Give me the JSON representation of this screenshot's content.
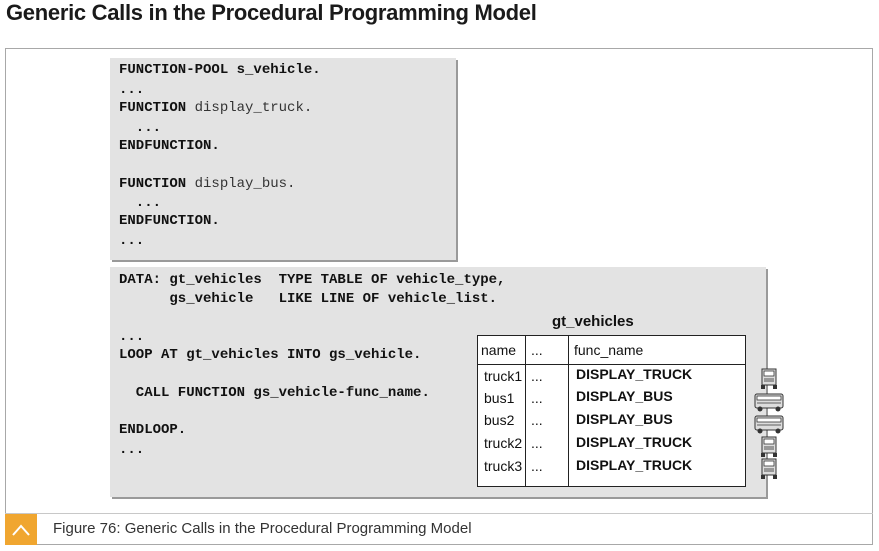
{
  "title": "Generic Calls in the Procedural Programming Model",
  "code_block1": {
    "l1": "FUNCTION-POOL s_vehicle.",
    "l2": "...",
    "l3_kw": "FUNCTION ",
    "l3_name": "display_truck.",
    "l4": "  ...",
    "l5": "ENDFUNCTION.",
    "l6_kw": "FUNCTION ",
    "l6_name": "display_bus.",
    "l7": "  ...",
    "l8": "ENDFUNCTION.",
    "l9": "..."
  },
  "code_block2": {
    "l1": "DATA: gt_vehicles  TYPE TABLE OF vehicle_type,",
    "l2": "      gs_vehicle   LIKE LINE OF vehicle_list.",
    "l3": "...",
    "l4": "LOOP AT gt_vehicles INTO gs_vehicle.",
    "l5": "  CALL FUNCTION gs_vehicle-func_name.",
    "l6": "ENDLOOP.",
    "l7": "..."
  },
  "table": {
    "title": "gt_vehicles",
    "headers": [
      "name",
      "...",
      "func_name"
    ],
    "rows": [
      {
        "name": "truck1",
        "mid": "...",
        "func": "DISPLAY_TRUCK",
        "icon": "truck-icon"
      },
      {
        "name": "bus1",
        "mid": "...",
        "func": "DISPLAY_BUS",
        "icon": "bus-icon"
      },
      {
        "name": "bus2",
        "mid": "...",
        "func": "DISPLAY_BUS",
        "icon": "bus-icon"
      },
      {
        "name": "truck2",
        "mid": "...",
        "func": "DISPLAY_TRUCK",
        "icon": "truck-icon"
      },
      {
        "name": "truck3",
        "mid": "...",
        "func": "DISPLAY_TRUCK",
        "icon": "truck-icon"
      }
    ]
  },
  "footer": {
    "caption": "Figure 76: Generic Calls in the Procedural Programming Model",
    "badge_icon": "chevron-up-icon",
    "accent": "#f0a630"
  }
}
